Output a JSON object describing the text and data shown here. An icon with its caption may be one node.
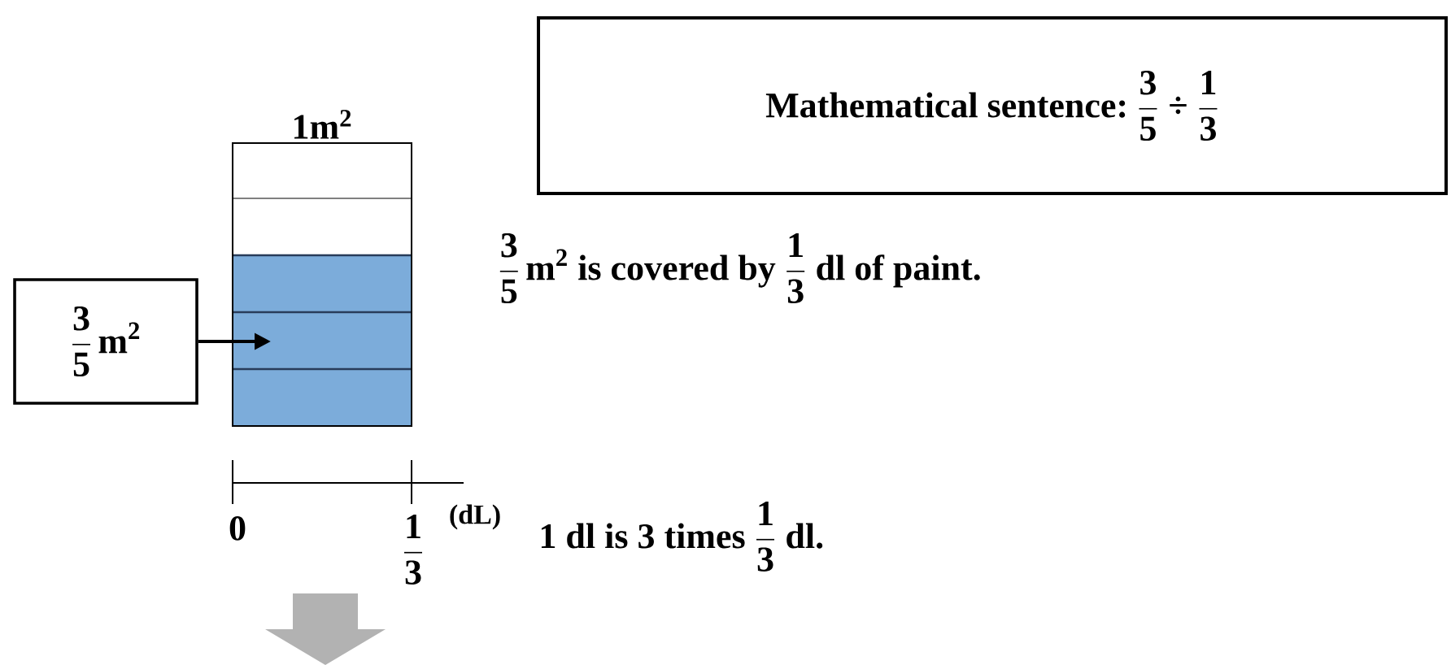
{
  "diagram": {
    "nodes": [
      {
        "text": [
          "Mathematical sentence:",
          "\\frac{\\text{3}}{\\text{5}}\\;\\text{÷}\\;\\frac{\\text{1}}{\\text{3}}"
        ]
      },
      {
        "text": [
          "\\frac{\\text{3}}{\\text{5}}\\,\\text{m}^{\\text{2}}"
        ]
      },
      {
        "text": [
          "1m$^{2}$"
        ]
      }
    ],
    "edges": [
      {
        "from": 1,
        "to": 2,
        "arrow": "to"
      }
    ],
    "labels": [
      "\\frac{\\text{3}}{\\text{5}}\\,\\text{m}^{\\text{2}}\\text{ is covered by }\\frac{\\text{1}}{\\text{3}}\\text{ dl of paint.}",
      "0",
      "\\frac{\\text{1}}{\\text{3}}",
      "(dL)",
      "\\text{1 dl is 3 times }\\frac{\\text{1}}{\\text{3}}\\text{ dl.}"
    ]
  }
}
